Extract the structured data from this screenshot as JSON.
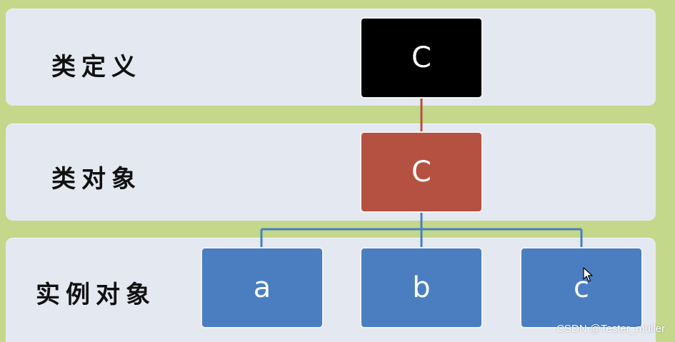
{
  "rows": [
    {
      "label": "类定义"
    },
    {
      "label": "类对象"
    },
    {
      "label": "实例对象"
    }
  ],
  "nodes": {
    "class_definition": {
      "text": "C"
    },
    "class_object": {
      "text": "C"
    },
    "instances": [
      {
        "text": "a"
      },
      {
        "text": "b"
      },
      {
        "text": "c"
      }
    ]
  },
  "colors": {
    "background": "#c4d88c",
    "band": "#e4e8f0",
    "class_definition": "#000000",
    "class_object": "#b55140",
    "instance": "#4a7ec0",
    "link_definition": "#b55140",
    "link_instance": "#4a7ec0"
  },
  "watermark": "CSDN @Tester_muller",
  "icons": {
    "cursor": "mouse-pointer-icon"
  }
}
